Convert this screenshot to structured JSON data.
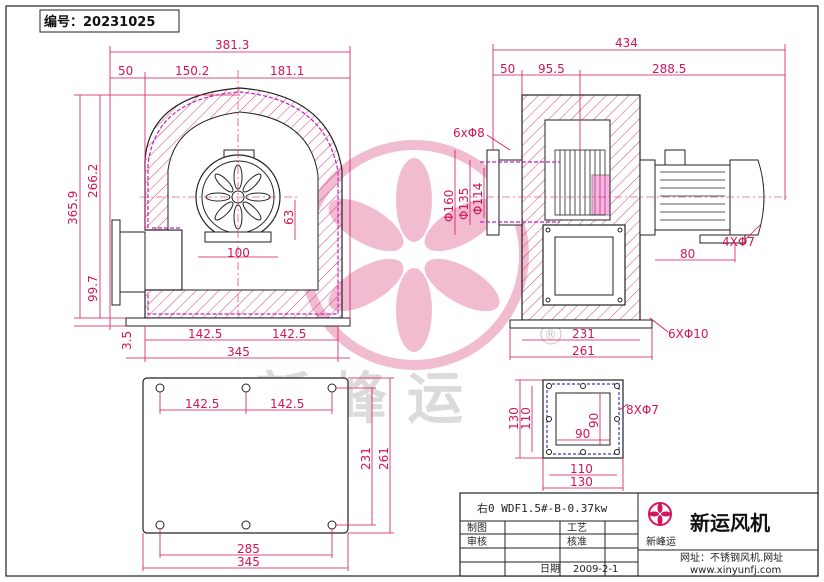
{
  "header": {
    "doc_number": "编号：20231025"
  },
  "front_view": {
    "dims_top": [
      "381.3",
      "50",
      "150.2",
      "181.1"
    ],
    "dims_left": [
      "266.2",
      "365.9",
      "99.7",
      "3.5"
    ],
    "dims_inner": [
      "100",
      "63"
    ],
    "dims_bottom": [
      "142.5",
      "142.5",
      "345"
    ]
  },
  "side_view": {
    "dims_top": [
      "434",
      "50",
      "95.5",
      "288.5"
    ],
    "dims_flange": [
      "6xΦ8",
      "Φ160",
      "Φ135",
      "Φ114"
    ],
    "dims_motor": [
      "4XΦ7",
      "80"
    ],
    "dims_bottom": [
      "231",
      "261",
      "6XΦ10"
    ],
    "registered_mark": "®"
  },
  "base_plate": {
    "dims": [
      "142.5",
      "142.5",
      "285",
      "345",
      "231",
      "261"
    ]
  },
  "outlet_flange": {
    "dims": [
      "130",
      "110",
      "90",
      "90",
      "8XΦ7",
      "110",
      "130"
    ]
  },
  "watermark": {
    "text": "新峰运"
  },
  "title_block": {
    "model": "右0 WDF1.5#-B-0.37kw",
    "company": "新运风机",
    "logo_text": "新峰运",
    "row_labels": [
      "制图",
      "审核",
      "工艺",
      "核准",
      "日期"
    ],
    "date": "2009-2-1",
    "website_label": "网址：不锈钢风机.网址",
    "website_url": "www.xinyunfj.com"
  }
}
